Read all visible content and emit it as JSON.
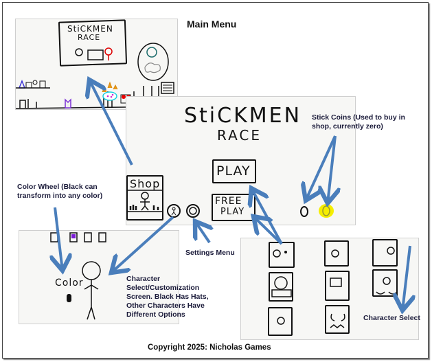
{
  "diagram": {
    "title": "Main Menu",
    "footer": "Copyright 2025: Nicholas Games",
    "accent_arrow_color": "#4a7ebb",
    "coin_highlight_color": "#f5ee00"
  },
  "game_screens": {
    "title_screen": {
      "logo_line1": "StiCKMEN",
      "logo_line2": "RACE"
    },
    "main_menu": {
      "logo_line1": "StiCKMEN",
      "logo_line2": "RACE",
      "play_button": "PLAY",
      "free_play_line1": "FREE",
      "free_play_line2": "PLAY",
      "shop_label": "Shop",
      "coin_count": 0
    },
    "customization": {
      "color_label": "Color"
    },
    "character_select": {
      "grid_rows": 3,
      "grid_cols": 3,
      "tiles": [
        "tile-1",
        "tile-2",
        "tile-3",
        "tile-4",
        "tile-5",
        "tile-6",
        "tile-7",
        "tile-8"
      ]
    }
  },
  "annotations": {
    "stick_coins": "Stick Coins (Used to buy in shop, currently zero)",
    "color_wheel": "Color Wheel (Black can transform into any color)",
    "settings_menu": "Settings Menu",
    "character_customization": "Character Select/Customization Screen. Black Has Hats, Other Characters Have Different Options",
    "character_select": "Character Select"
  }
}
